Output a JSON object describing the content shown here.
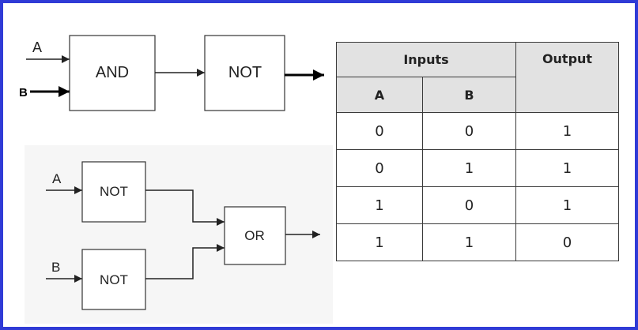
{
  "diagram_top": {
    "input_a": "A",
    "input_b": "B",
    "gate_and": "AND",
    "gate_not": "NOT"
  },
  "diagram_bottom": {
    "input_a": "A",
    "input_b": "B",
    "gate_not_top": "NOT",
    "gate_not_bottom": "NOT",
    "gate_or": "OR"
  },
  "truth_table": {
    "group_header": "Inputs",
    "output_header": "Output",
    "col_a": "A",
    "col_b": "B",
    "rows": [
      {
        "a": "0",
        "b": "0",
        "out": "1"
      },
      {
        "a": "0",
        "b": "1",
        "out": "1"
      },
      {
        "a": "1",
        "b": "0",
        "out": "1"
      },
      {
        "a": "1",
        "b": "1",
        "out": "0"
      }
    ]
  },
  "colors": {
    "frame_border": "#2f3bd6",
    "header_fill": "#e2e2e2"
  }
}
